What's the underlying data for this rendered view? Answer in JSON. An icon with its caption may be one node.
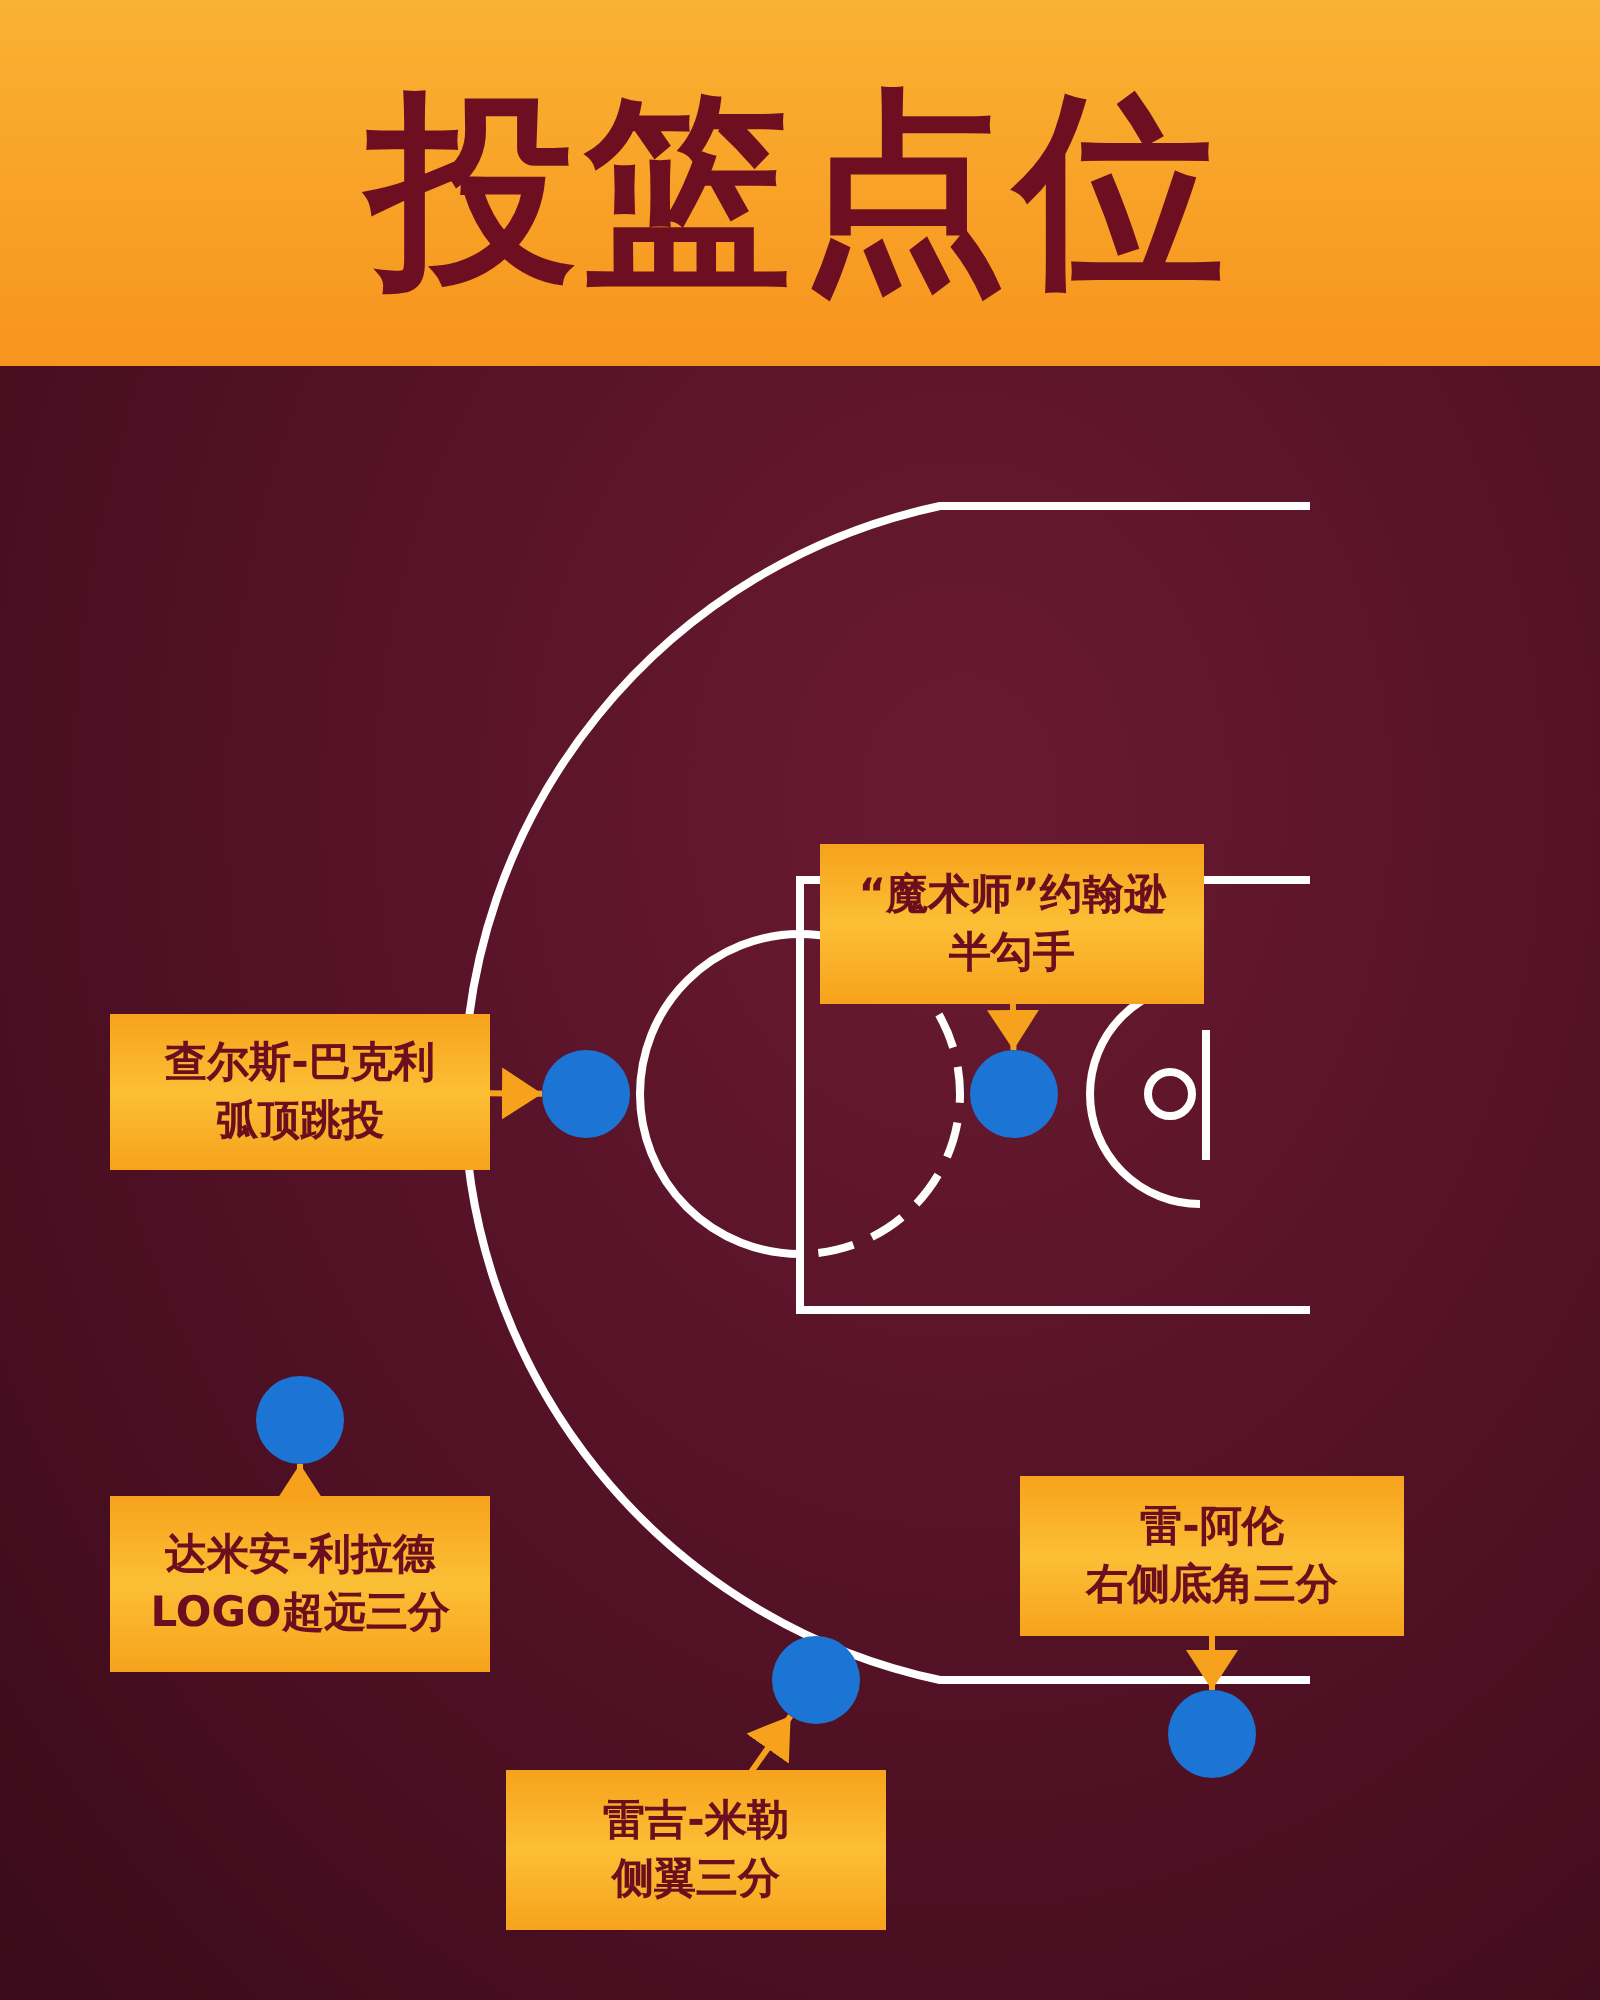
{
  "diagram": {
    "title": "投篮点位",
    "nodes": [
      {
        "text": [
          "“魔术师”约翰逊",
          "半勾手"
        ]
      },
      {
        "text": [
          "查尔斯-巴克利",
          "弧顶跳投"
        ]
      },
      {
        "text": [],
        "shape": "circle"
      },
      {
        "text": [],
        "shape": "circle"
      },
      {
        "text": [],
        "shape": "circle"
      },
      {
        "text": [
          "雷-阿伦",
          "右侧底角三分"
        ]
      },
      {
        "text": [
          "达米安-利拉德",
          "LOGO超远三分"
        ]
      },
      {
        "text": [],
        "shape": "circle"
      },
      {
        "text": [],
        "shape": "circle"
      },
      {
        "text": [
          "雷吉-米勒",
          "侧翼三分"
        ]
      }
    ],
    "edges": [
      {
        "from": 0,
        "to": 3,
        "arrow": "to"
      },
      {
        "from": 1,
        "to": 2,
        "arrow": "to"
      },
      {
        "from": 6,
        "to": 4,
        "arrow": "to"
      },
      {
        "from": 5,
        "to": 8,
        "arrow": "to"
      },
      {
        "from": 9,
        "to": 7,
        "arrow": "to"
      }
    ]
  }
}
